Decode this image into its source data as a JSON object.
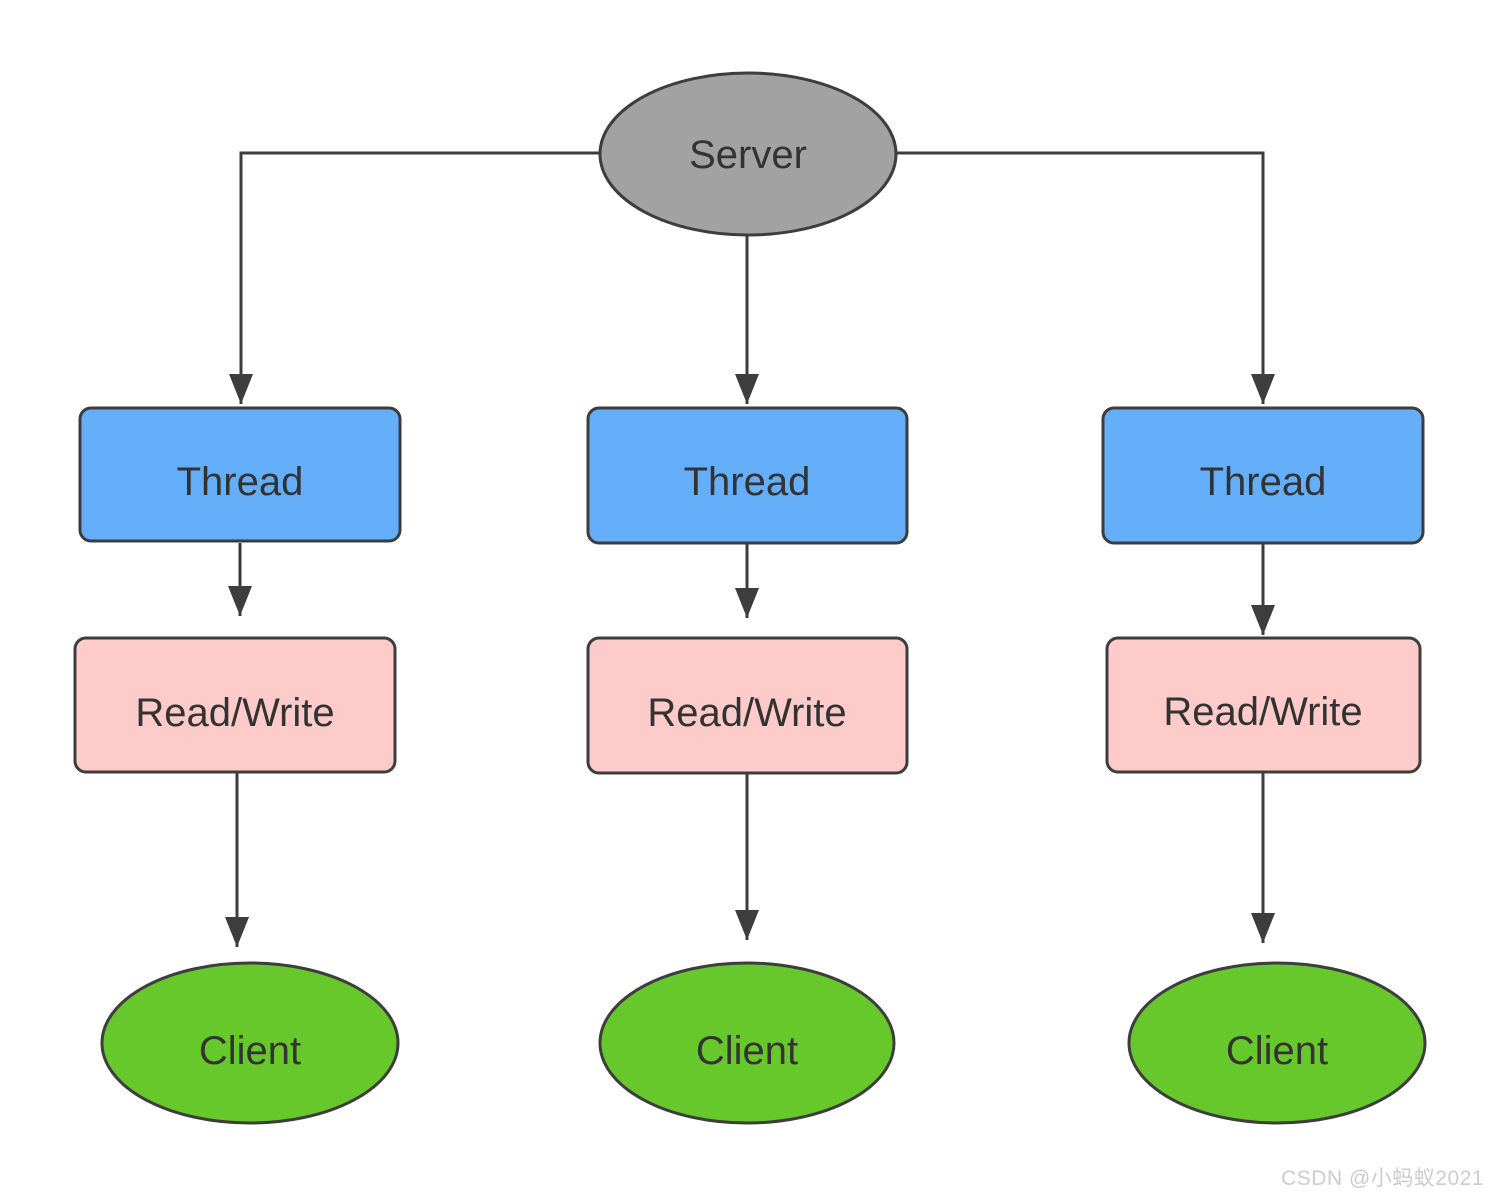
{
  "diagram": {
    "type": "flowchart",
    "description": "multithreaded server model: one server spawns a thread per client, each thread does read/write with its client",
    "root": {
      "id": "server",
      "label": "Server",
      "shape": "ellipse"
    },
    "columns": [
      {
        "thread_label": "Thread",
        "read_write_label": "Read/Write",
        "client_label": "Client"
      },
      {
        "thread_label": "Thread",
        "read_write_label": "Read/Write",
        "client_label": "Client"
      },
      {
        "thread_label": "Thread",
        "read_write_label": "Read/Write",
        "client_label": "Client"
      }
    ],
    "edges": [
      {
        "from": "server",
        "to": "thread-1"
      },
      {
        "from": "server",
        "to": "thread-2"
      },
      {
        "from": "server",
        "to": "thread-3"
      },
      {
        "from": "thread-1",
        "to": "read-write-1"
      },
      {
        "from": "thread-2",
        "to": "read-write-2"
      },
      {
        "from": "thread-3",
        "to": "read-write-3"
      },
      {
        "from": "read-write-1",
        "to": "client-1"
      },
      {
        "from": "read-write-2",
        "to": "client-2"
      },
      {
        "from": "read-write-3",
        "to": "client-3"
      }
    ]
  },
  "colors": {
    "server_fill": "#a2a2a2",
    "thread_fill": "#64aefa",
    "read_write_fill": "#fdcbca",
    "client_fill": "#66c82a",
    "stroke": "#3d3d3d",
    "text": "#333333",
    "watermark_text": "#cccccc"
  },
  "watermark": {
    "text": "CSDN @小蚂蚁2021"
  }
}
